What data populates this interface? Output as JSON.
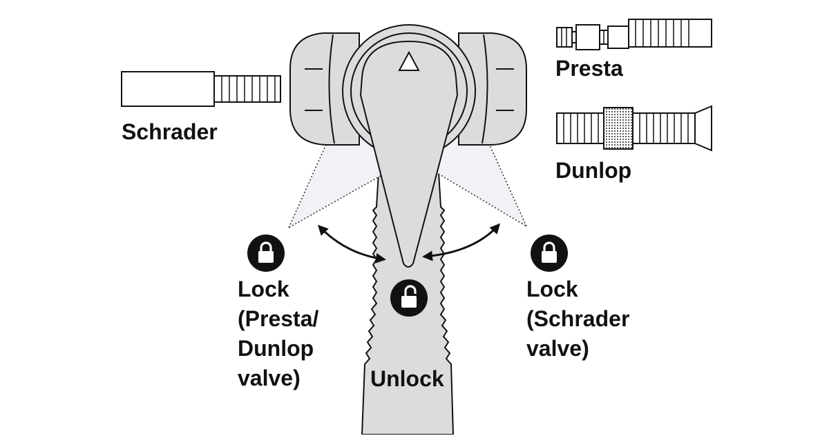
{
  "valves": {
    "schrader": "Schrader",
    "presta": "Presta",
    "dunlop": "Dunlop"
  },
  "positions": {
    "lock_left": [
      "Lock",
      "(Presta/",
      "Dunlop",
      "valve)"
    ],
    "unlock": "Unlock",
    "lock_right": [
      "Lock",
      "(Schrader",
      "valve)"
    ]
  },
  "icons": {
    "lock_left": "lock-icon",
    "unlock": "unlock-icon",
    "lock_right": "lock-icon"
  },
  "colors": {
    "body_gray": "#dcdcdf",
    "ghost_fill": "#f1f1f6",
    "ink": "#111111"
  }
}
